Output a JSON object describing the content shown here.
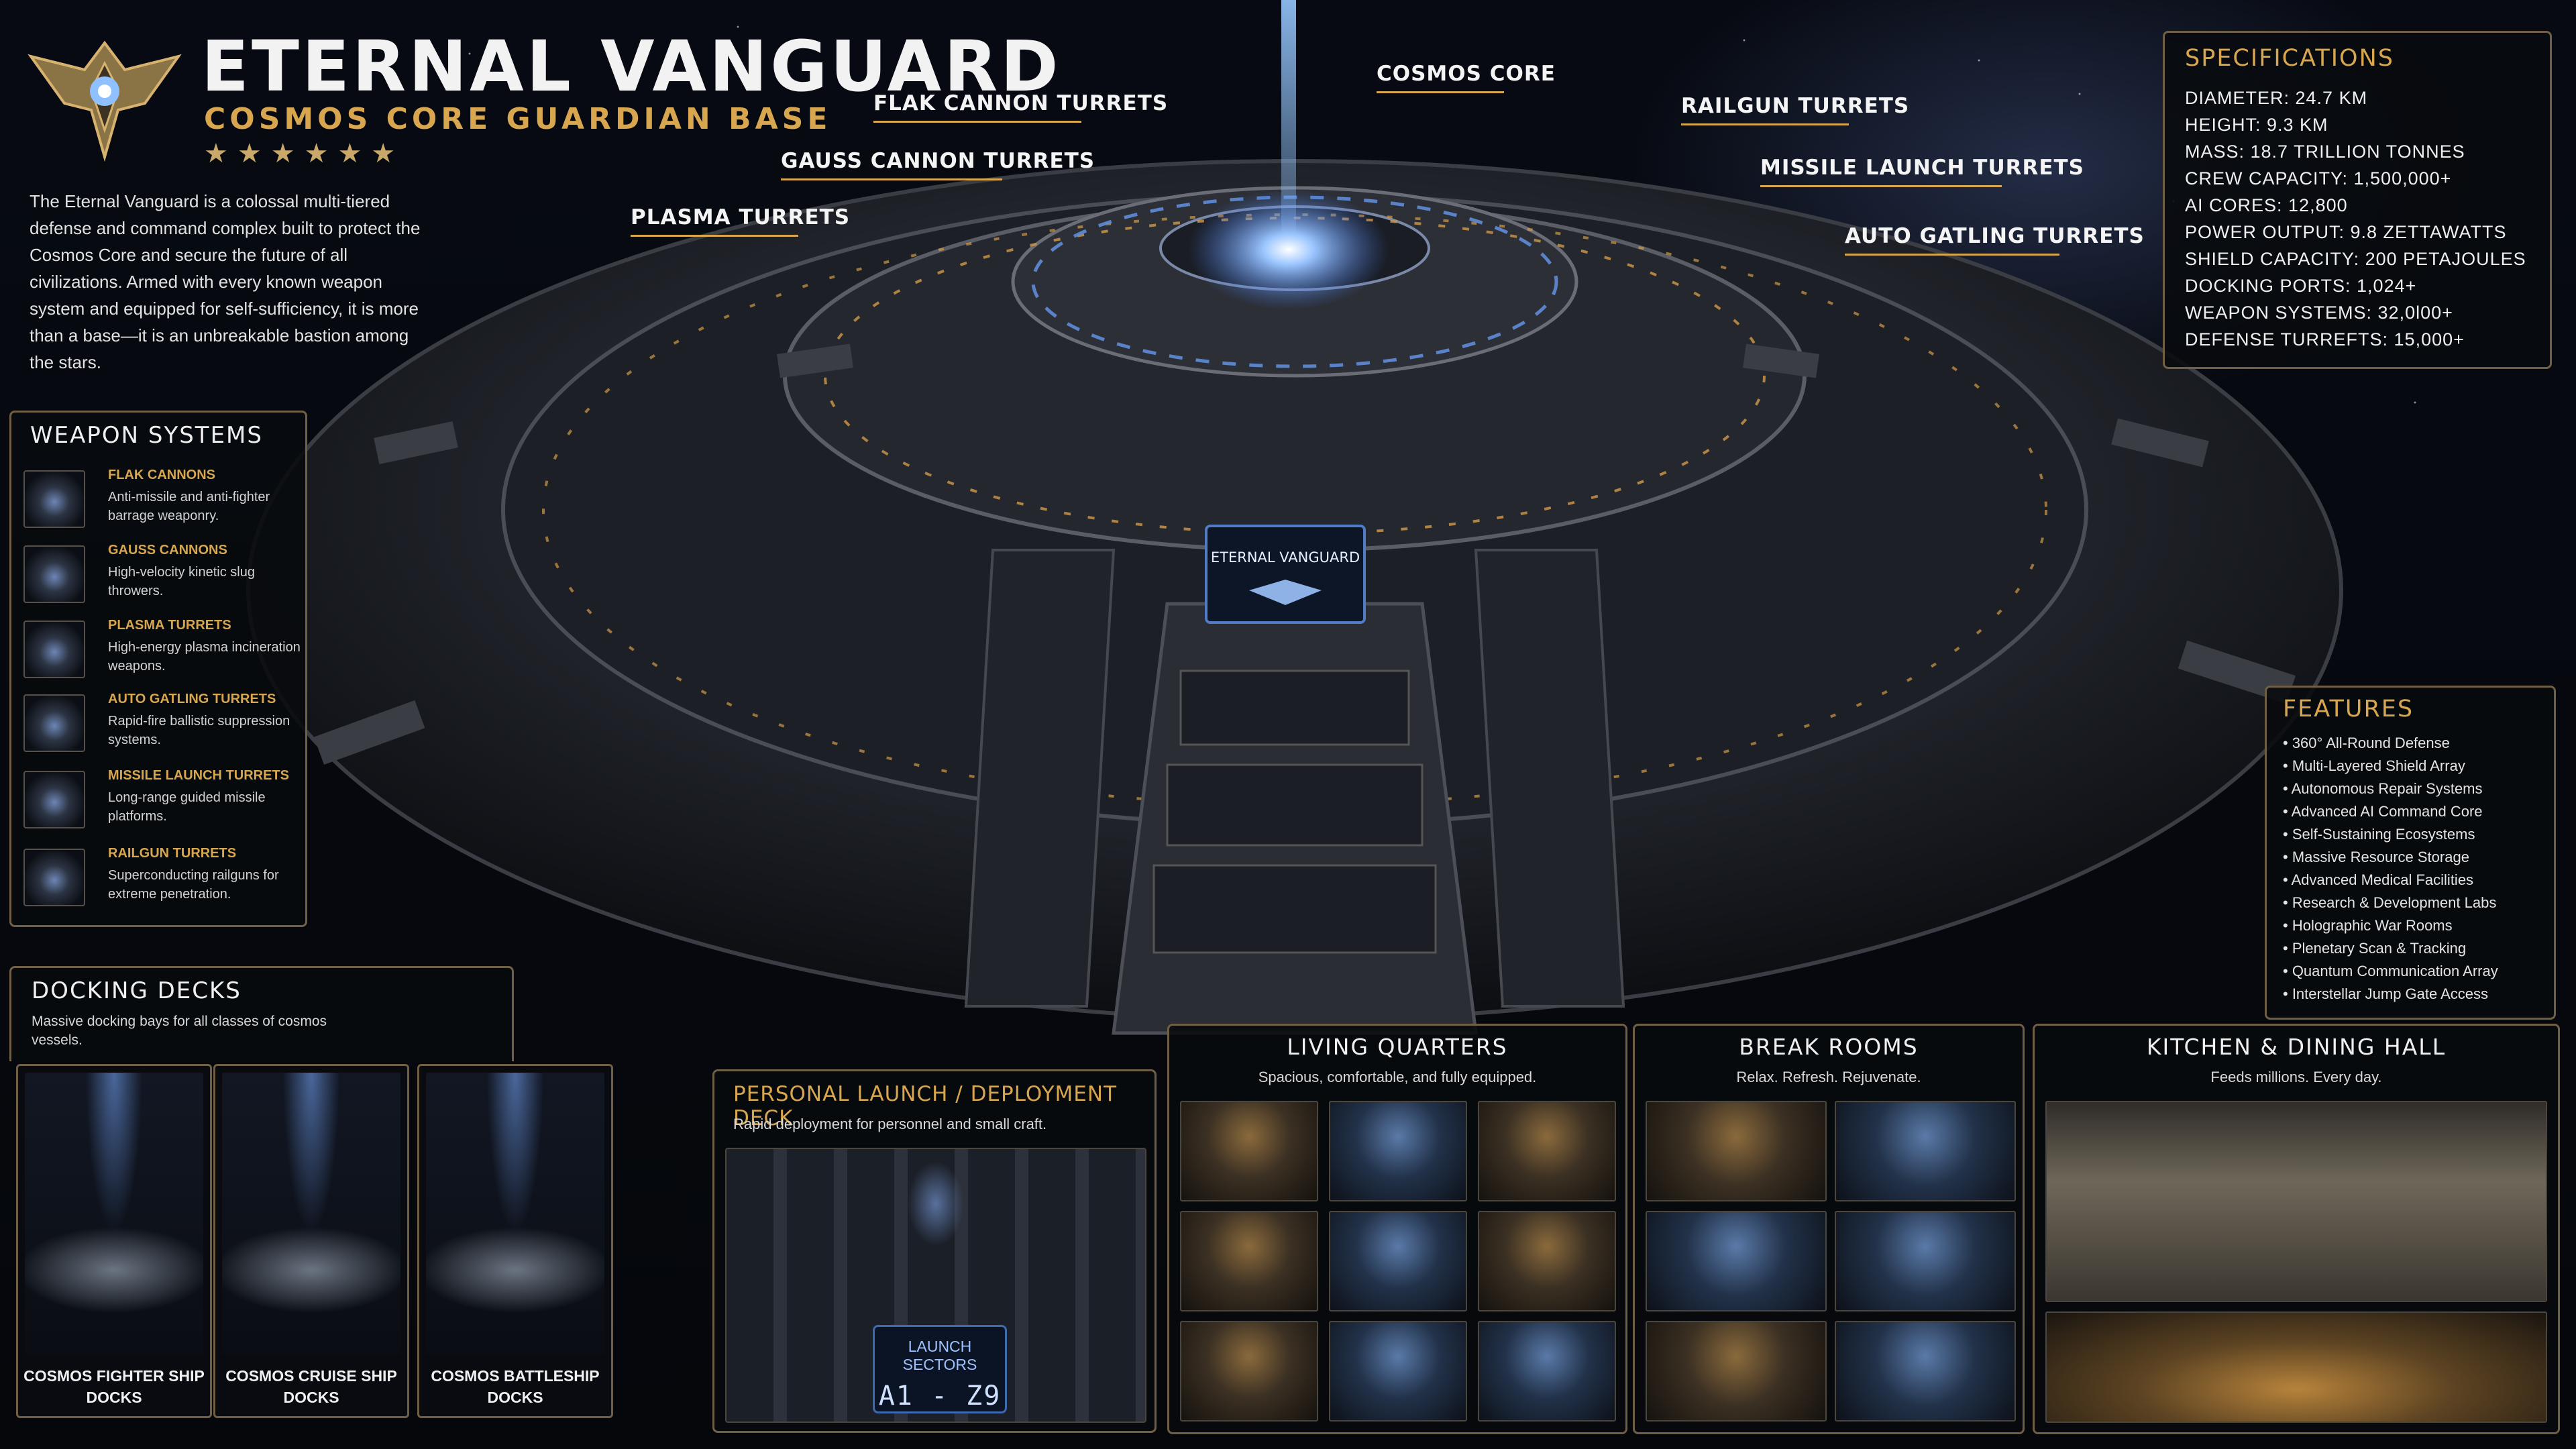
{
  "header": {
    "title": "ETERNAL VANGUARD",
    "subtitle": "COSMOS CORE GUARDIAN BASE",
    "rating": "★★★★★★",
    "intro": "The Eternal Vanguard is a colossal multi-tiered defense and command complex built to protect the Cosmos Core and secure the future of all civilizations. Armed with every known weapon system and equipped for self-sufficiency, it is more than a base—it is an unbreakable bastion among the stars."
  },
  "callouts": {
    "cosmos_core": "COSMOS CORE",
    "flak": "FLAK CANNON TURRETS",
    "gauss": "GAUSS CANNON TURRETS",
    "plasma": "PLASMA TURRETS",
    "railgun": "RAILGUN TURRETS",
    "missile": "MISSILE LAUNCH TURRETS",
    "gatling": "AUTO GATLING TURRETS",
    "station_sign": "ETERNAL VANGUARD"
  },
  "weapons": {
    "title": "WEAPON SYSTEMS",
    "items": [
      {
        "name": "FLAK CANNONS",
        "desc": "Anti-missile and anti-fighter barrage weaponry."
      },
      {
        "name": "GAUSS CANNONS",
        "desc": "High-velocity kinetic slug throwers."
      },
      {
        "name": "PLASMA TURRETS",
        "desc": "High-energy plasma incineration weapons."
      },
      {
        "name": "AUTO GATLING TURRETS",
        "desc": "Rapid-fire ballistic suppression systems."
      },
      {
        "name": "MISSILE LAUNCH TURRETS",
        "desc": "Long-range guided missile platforms."
      },
      {
        "name": "RAILGUN TURRETS",
        "desc": "Superconducting railguns for extreme penetration."
      }
    ]
  },
  "specs": {
    "title": "SPECIFICATIONS",
    "rows": [
      "DIAMETER:  24.7 KM",
      "HEIGHT:  9.3 KM",
      "MASS:  18.7 TRILLION TONNES",
      "CREW CAPACITY:  1,500,000+",
      "AI CORES:  12,800",
      "POWER OUTPUT:   9.8 ZETTAWATTS",
      "SHIELD CAPACITY:  200 PETAJOULES",
      "DOCKING PORTS:  1,024+",
      "WEAPON SYSTEMS:  32,0l00+",
      "DEFENSE TURREFTS:  15,000+"
    ]
  },
  "features": {
    "title": "FEATURES",
    "items": [
      "• 360° All-Round Defense",
      "• Multi-Layered Shield Array",
      "• Autonomous Repair Systems",
      "• Advanced AI Command Core",
      "• Self-Sustaining Ecosystems",
      "• Massive Resource Storage",
      "• Advanced Medical Facilities",
      "• Research & Development Labs",
      "• Holographic War Rooms",
      "• Plenetary Scan & Tracking",
      "• Quantum Communication Array",
      "• Interstellar Jump Gate Access"
    ]
  },
  "docking": {
    "title": "DOCKING DECKS",
    "desc": "Massive docking bays for all classes of cosmos vessels.",
    "cards": [
      {
        "line1": "COSMOS FIGHTER SHIP",
        "line2": "DOCKS"
      },
      {
        "line1": "COSMOS CRUISE SHIP",
        "line2": "DOCKS"
      },
      {
        "line1": "COSMOS BATTLESHIP",
        "line2": "DOCKS"
      }
    ]
  },
  "launch": {
    "title": "PERSONAL LAUNCH / DEPLOYMENT DECK",
    "desc": "Rapid deployment for personnel and small craft.",
    "sign_title": "LAUNCH SECTORS",
    "sign_value": "A1 - Z9"
  },
  "rooms": {
    "living": {
      "title": "LIVING QUARTERS",
      "desc": "Spacious, comfortable, and fully equipped."
    },
    "breaks": {
      "title": "BREAK ROOMS",
      "desc": "Relax. Refresh. Rejuvenate."
    },
    "kitchen": {
      "title": "KITCHEN & DINING HALL",
      "desc": "Feeds millions. Every day."
    }
  },
  "colors": {
    "accent_gold": "#d7a64f",
    "panel_border": "#6f6045",
    "core_blue": "#7fb6ff"
  }
}
